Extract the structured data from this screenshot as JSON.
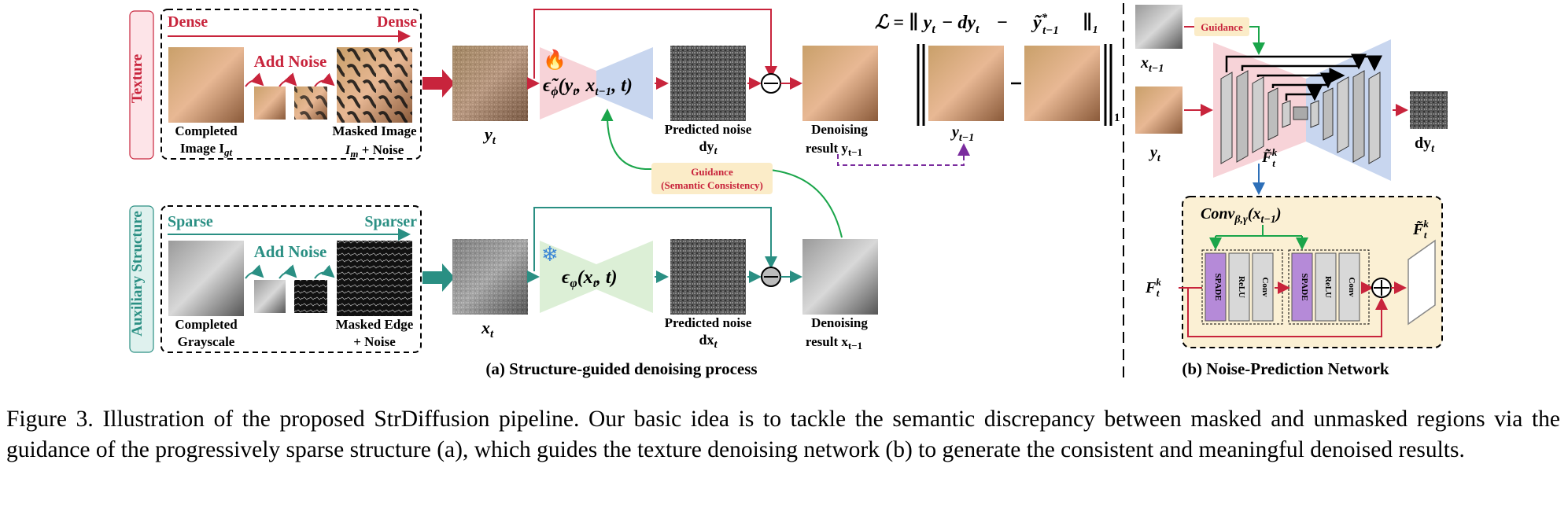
{
  "panel_a": {
    "texture_row": {
      "side_label": "Texture",
      "density_start": "Dense",
      "density_end": "Dense",
      "add_noise": "Add Noise",
      "completed_l1": "Completed",
      "completed_l2": "Image I",
      "completed_sub": "gt",
      "masked_l1": "Masked Image",
      "masked_l2a": "I",
      "masked_sub": "m",
      "masked_l2b": " + Noise",
      "yt": "y",
      "yt_sub": "t",
      "eps_tex": "ϵ̃",
      "eps_tex_sub": "ϕ",
      "eps_tex_args": "(y",
      "eps_tex_args2": ", x",
      "eps_tex_args3": ", t)",
      "pred_noise": "Predicted noise",
      "dyt": "dy",
      "denoise_l1": "Denoising",
      "denoise_l2": "result y",
      "denoise_sub": "t−1"
    },
    "structure_row": {
      "side_label": "Auxiliary Structure",
      "density_start": "Sparse",
      "density_end": "Sparser",
      "add_noise": "Add Noise",
      "completed_l1": "Completed",
      "completed_l2": "Grayscale",
      "masked_l1": "Masked Edge",
      "masked_l2": "+ Noise",
      "xt": "x",
      "xt_sub": "t",
      "eps_str": "ϵ",
      "eps_str_sub": "φ",
      "eps_str_args": "(x",
      "eps_str_args2": ", t)",
      "pred_noise": "Predicted noise",
      "dxt": "dx",
      "denoise_l1": "Denoising",
      "denoise_l2": "result x",
      "denoise_sub": "t−1"
    },
    "guidance_l1": "Guidance",
    "guidance_l2": "(Semantic Consistency)",
    "loss_eq": "ℒ = ∥ y",
    "loss_minus": "− dy",
    "loss_minus2": "−",
    "loss_ytilde": "ỹ",
    "loss_sup": "*",
    "loss_sub": "t−1",
    "loss_norm": "∥",
    "loss_norm_sub": "1",
    "loss_yt1": "y",
    "loss_yt1_sub": "t−1",
    "title": "(a)  Structure-guided denoising process"
  },
  "panel_b": {
    "x_label": "x",
    "x_sub": "t−1",
    "y_label": "y",
    "y_sub": "t",
    "guidance": "Guidance",
    "ftk": "F̃",
    "ftk_sup": "k",
    "ftk_sub": "t",
    "dyt": "dy",
    "dyt_sub": "t",
    "conv_label": "Conv",
    "conv_sub": "β,γ",
    "conv_args": "(x",
    "conv_args_sub": "t−1",
    "conv_close": ")",
    "fk_in": "F",
    "fk_in_sup": "k",
    "fk_in_sub": "t",
    "fk_out": "F̃",
    "fk_out_sup": "k",
    "fk_out_sub": "t",
    "spade": "SPADE",
    "relu": "ReLU",
    "conv": "Conv",
    "title": "(b) Noise-Prediction Network"
  },
  "caption": "Figure 3.  Illustration of the proposed StrDiffusion pipeline.  Our basic idea is to tackle the semantic discrepancy between masked and unmasked regions via the guidance of the progressively sparse structure (a), which guides the texture denoising network (b) to generate the consistent and meaningful denoised results.",
  "colors": {
    "texture_red": "#c8243c",
    "structure_teal": "#2a8f83",
    "guidance_green": "#1aa54a",
    "purple_dash": "#7a2c9e",
    "pink_fill": "#f7d3d8",
    "green_fill": "#dcefd6",
    "blue_fill": "#c8d6ef",
    "panel_b_bg": "#fbf0d4",
    "spade_purple": "#b58ad8"
  }
}
